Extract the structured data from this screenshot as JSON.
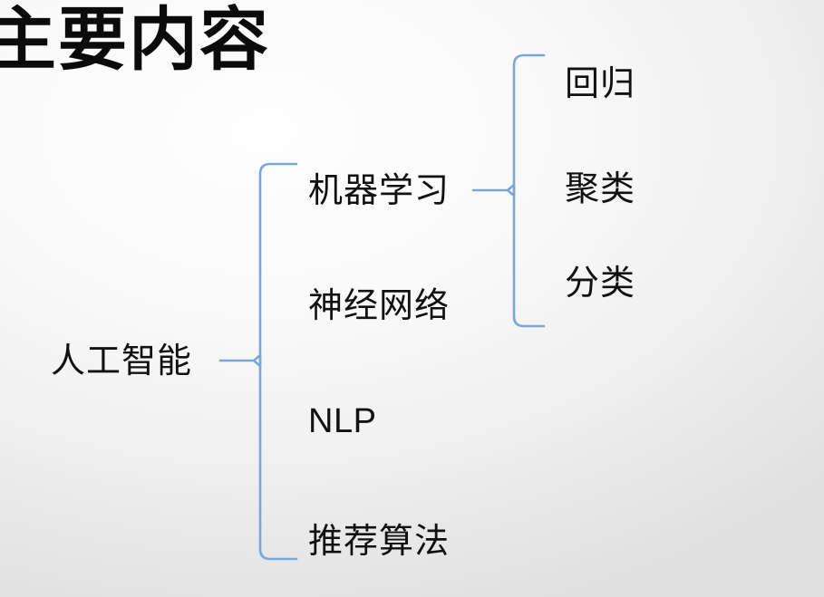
{
  "slide": {
    "title": "主要内容",
    "background_top_color": "#fdfdfd",
    "background_bottom_color": "#e0e0e0"
  },
  "mindmap": {
    "accent_color": "#7ba7d7",
    "text_color": "#111111",
    "root": {
      "label": "人工智能"
    },
    "level2": [
      {
        "label": "机器学习"
      },
      {
        "label": "神经网络"
      },
      {
        "label": "NLP"
      },
      {
        "label": "推荐算法"
      }
    ],
    "level3": [
      {
        "label": "回归"
      },
      {
        "label": "聚类"
      },
      {
        "label": "分类"
      }
    ]
  }
}
